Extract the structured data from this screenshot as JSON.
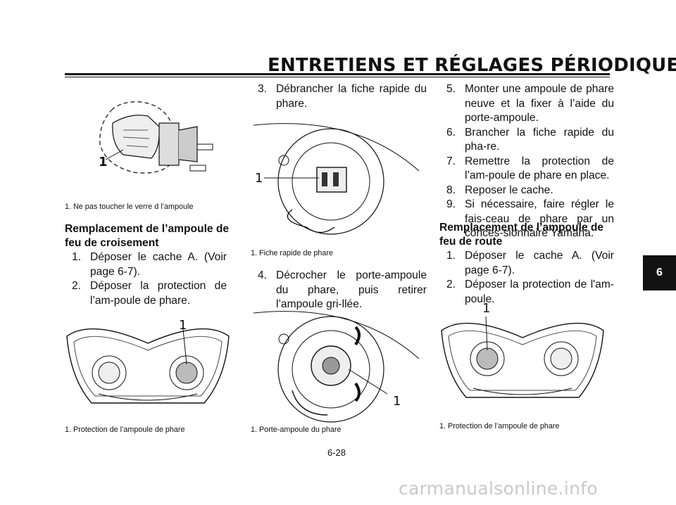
{
  "header": {
    "title": "ENTRETIENS ET RÉGLAGES PÉRIODIQUES"
  },
  "chapter_tab": "6",
  "page_number": "6-28",
  "watermark": "carmanualsonline.info",
  "col1": {
    "fig1": {
      "callout": "1",
      "caption": "1. Ne pas toucher le verre d l’ampoule"
    },
    "heading_line1": "Remplacement de l’ampoule de",
    "heading_line2": "feu de croisement",
    "steps": [
      {
        "num": "1.",
        "text": "Déposer le cache A. (Voir page 6-7)."
      },
      {
        "num": "2.",
        "text": "Déposer la protection de l’am-poule de phare."
      }
    ],
    "fig2": {
      "callout": "1",
      "caption": "1. Protection de l’ampoule de phare"
    }
  },
  "col2": {
    "steps_top": [
      {
        "num": "3.",
        "text": "Débrancher la fiche rapide du phare."
      }
    ],
    "fig3": {
      "callout": "1",
      "caption": "1. Fiche rapide de phare"
    },
    "steps_mid": [
      {
        "num": "4.",
        "text": "Décrocher le porte-ampoule du phare, puis retirer l’ampoule gri-llée."
      }
    ],
    "fig4": {
      "callout": "1",
      "caption": "1. Porte-ampoule du phare"
    }
  },
  "col3": {
    "steps_top": [
      {
        "num": "5.",
        "text": "Monter une ampoule de phare neuve et la fixer à l’aide du porte-ampoule."
      },
      {
        "num": "6.",
        "text": "Brancher la fiche rapide du pha-re."
      },
      {
        "num": "7.",
        "text": "Remettre la protection de l’am-poule de phare en place."
      },
      {
        "num": "8.",
        "text": "Reposer le cache."
      },
      {
        "num": "9.",
        "text": "Si nécessaire, faire régler le fais-ceau de phare par un conces-sionnaire Yamaha."
      }
    ],
    "heading_line1": "Remplacement de l’ampoule de",
    "heading_line2": "feu de route",
    "steps_bottom": [
      {
        "num": "1.",
        "text": "Déposer le cache A. (Voir page 6-7)."
      },
      {
        "num": "2.",
        "text": "Déposer la protection de l'am-poule."
      }
    ],
    "fig5": {
      "callout": "1",
      "caption": "1. Protection de l’ampoule de phare"
    }
  }
}
